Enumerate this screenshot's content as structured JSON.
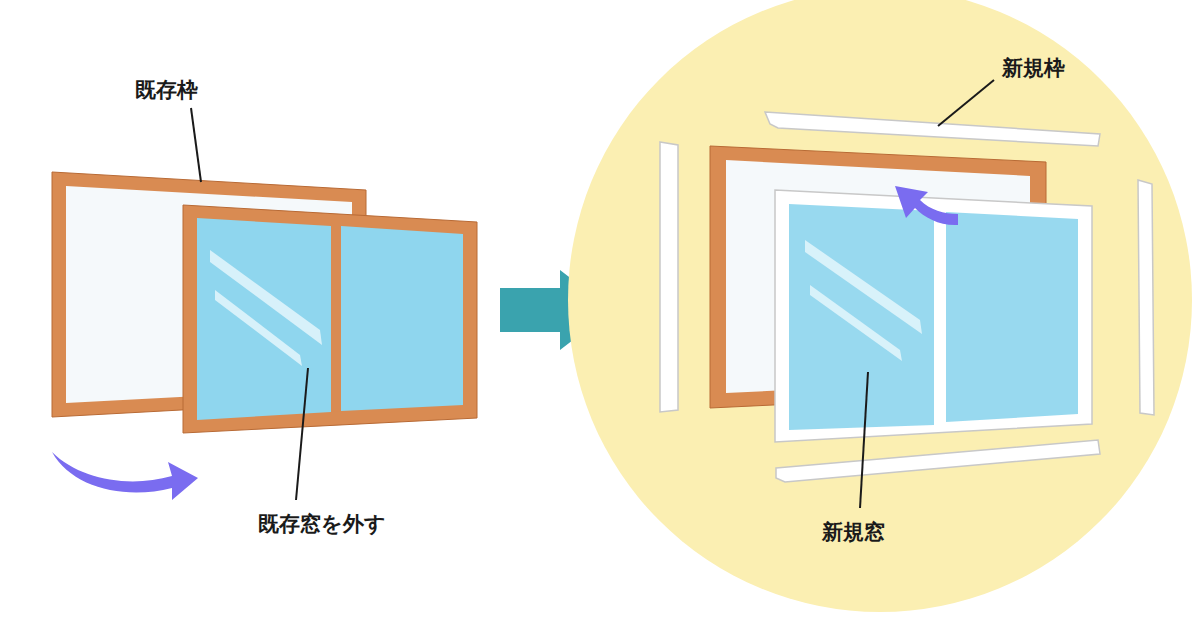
{
  "diagram": {
    "labels": [
      "既存枠",
      "新規枠",
      "既存窓を外す",
      "新規窓"
    ]
  }
}
